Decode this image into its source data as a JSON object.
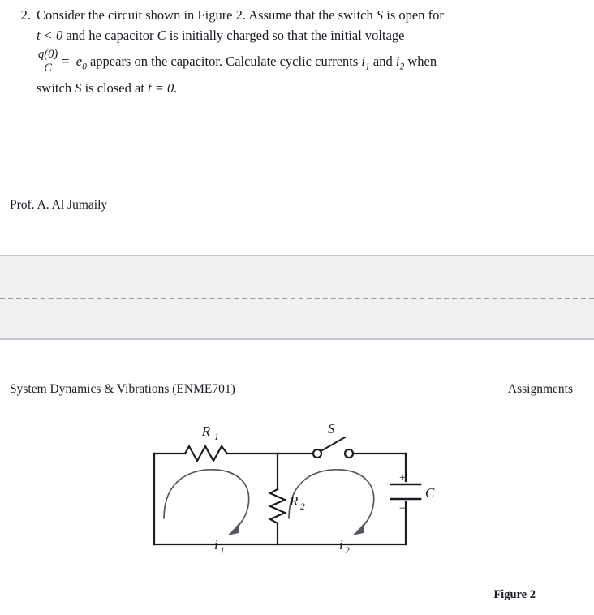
{
  "document": {
    "problem": {
      "number": "2.",
      "line1_a": "Consider the circuit shown in Figure 2. Assume that the switch ",
      "line1_S": "S",
      "line1_b": " is open for",
      "line2_t": "t < 0",
      "line2_a": " and he capacitor ",
      "line2_C": "C",
      "line2_b": " is initially charged so that the initial voltage",
      "frac_numerator": "q(0)",
      "frac_denominator": "C",
      "line3_eq": "=",
      "line3_e": "e",
      "line3_e_sub": "0",
      "line3_rest_a": " appears on the capacitor. Calculate cyclic currents ",
      "line3_i1": "i",
      "line3_i1_sub": "1",
      "line3_and": " and ",
      "line3_i2": "i",
      "line3_i2_sub": "2",
      "line3_rest_b": " when",
      "line4_a": "switch ",
      "line4_S": "S",
      "line4_b": " is closed at ",
      "line4_t": "t = 0."
    },
    "author": "Prof. A. Al Jumaily",
    "page_break": {
      "band_color": "#f1f1f1",
      "rule_color": "#c3c6cf",
      "dash_color": "#9a9a9a"
    },
    "running_head": {
      "left": "System Dynamics & Vibrations (ENME701)",
      "right": "Assignments"
    },
    "figure": {
      "caption": "Figure 2",
      "labels": {
        "r1": "R",
        "r1_sub": "1",
        "r2": "R",
        "r2_sub": "2",
        "switch": "S",
        "capacitor": "C",
        "plus": "+",
        "minus": "−",
        "i1": "i",
        "i1_sub": "1",
        "i2": "i",
        "i2_sub": "2"
      },
      "line_color": "#1a1a22",
      "arrow_color": "#55555f"
    }
  }
}
